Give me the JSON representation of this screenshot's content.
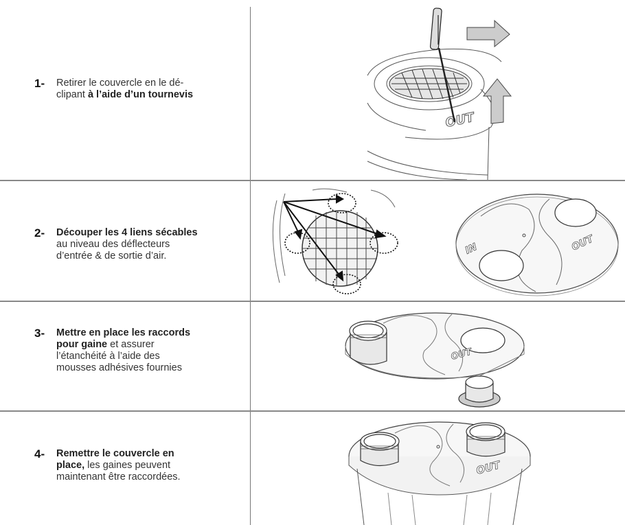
{
  "steps": [
    {
      "number": "1-",
      "line1_pre": "Retirer le couvercle en le dé-",
      "line2_pre": "clipant ",
      "line2_bold": "à l’aide d’un tournevis"
    },
    {
      "number": "2-",
      "line1_bold": "Découper les 4 liens sécables",
      "line2": "au niveau des déflecteurs",
      "line3": "d’entrée & de sortie d’air."
    },
    {
      "number": "3-",
      "line1_bold": "Mettre en place les raccords",
      "line2_bold": "pour gaine",
      "line2_rest": " et assurer",
      "line3": "l’étanchéité à l’aide des",
      "line4": "mousses adhésives fournies"
    },
    {
      "number": "4-",
      "line1_bold": "Remettre le couvercle en",
      "line2_bold": "place,",
      "line2_rest": " les gaines peuvent",
      "line3": "maintenant être raccordées."
    }
  ],
  "image_labels": {
    "out": "OUT",
    "in": "IN"
  }
}
